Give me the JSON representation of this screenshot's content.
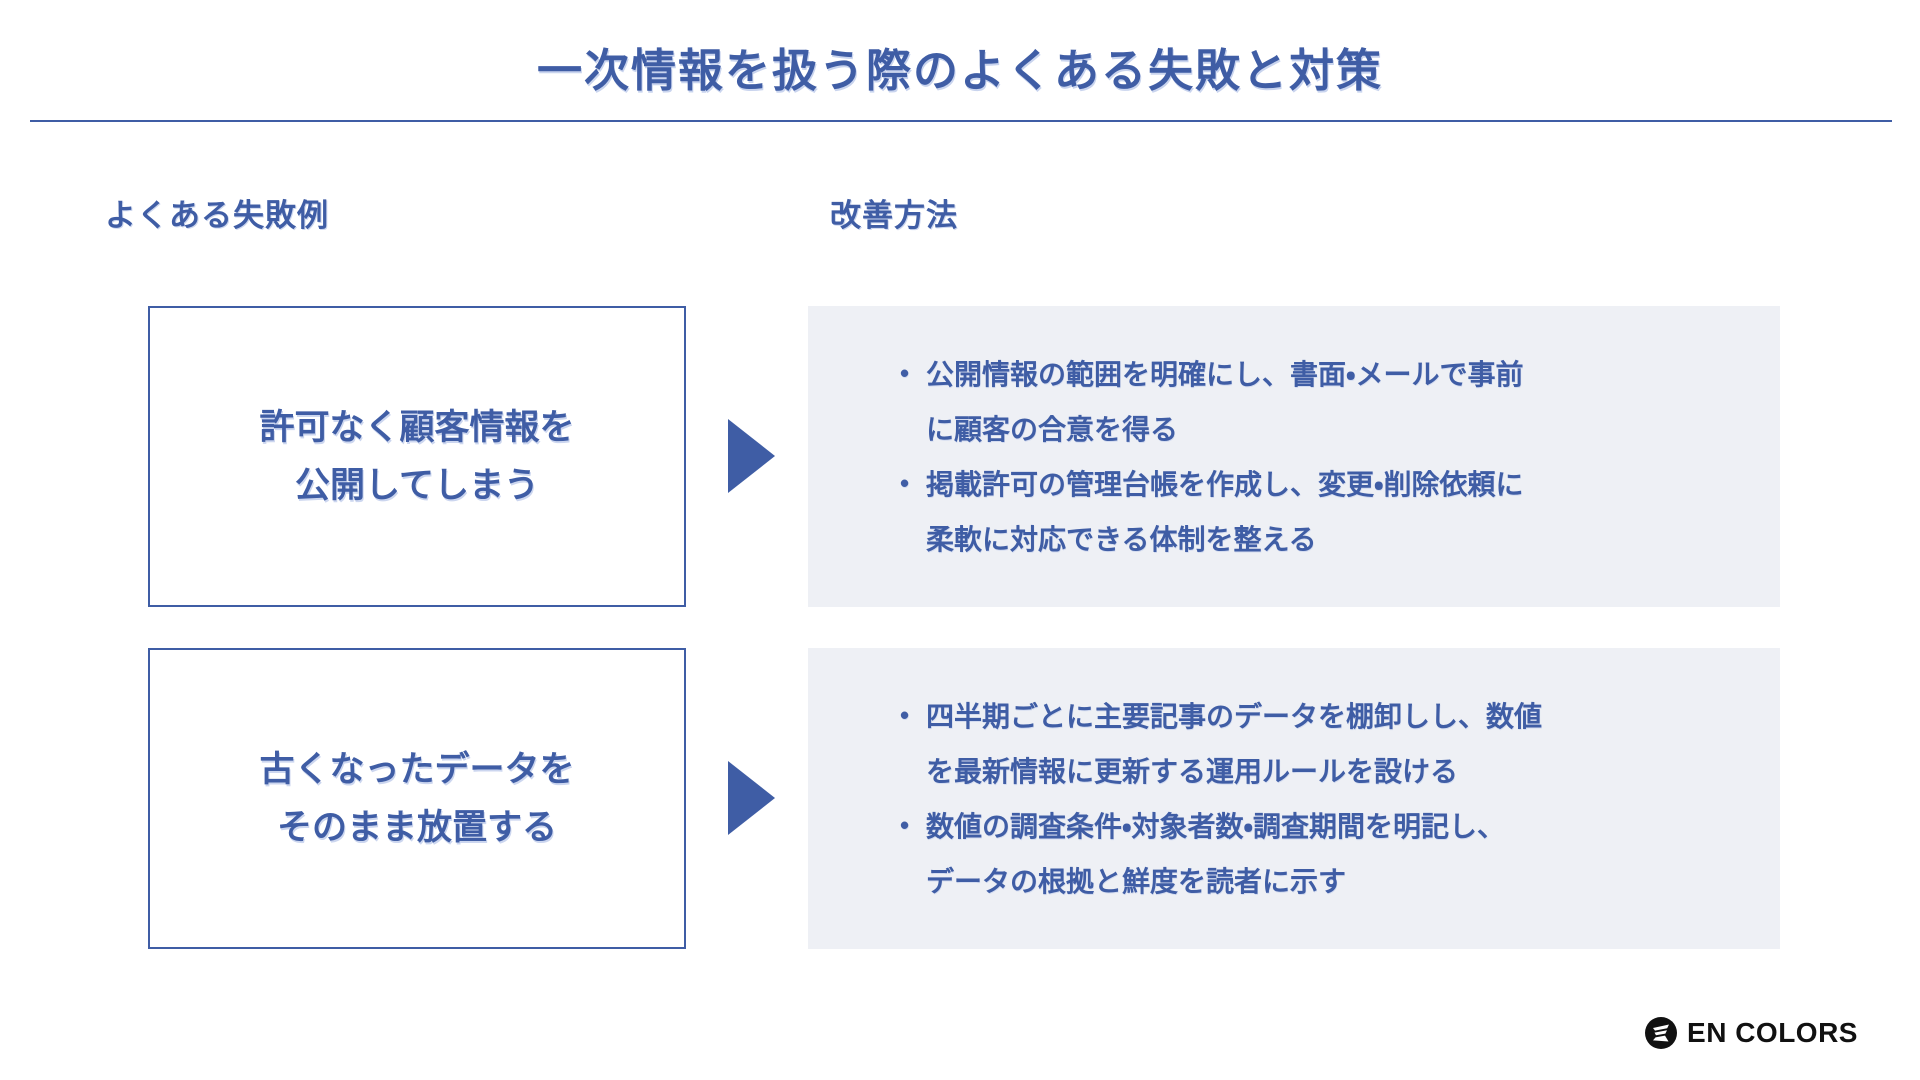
{
  "title": "一次情報を扱う際のよくある失敗と対策",
  "columns": {
    "failures_header": "よくある失敗例",
    "improvements_header": "改善方法"
  },
  "rows": [
    {
      "failure": "許可なく顧客情報を\n公開してしまう",
      "improvements": [
        "公開情報の範囲を明確にし、書面・メールで事前\nに顧客の合意を得る",
        "掲載許可の管理台帳を作成し、変更・削除依頼に\n柔軟に対応できる体制を整える"
      ]
    },
    {
      "failure": "古くなったデータを\nそのまま放置する",
      "improvements": [
        "四半期ごとに主要記事のデータを棚卸しし、数値\nを最新情報に更新する運用ルールを設ける",
        "数値の調査条件・対象者数・調査期間を明記し、\nデータの根拠と鮮度を読者に示す"
      ]
    }
  ],
  "logo": {
    "text": "EN COLORS",
    "icon": "encolors-mark"
  },
  "colors": {
    "accent": "#3F5DA5",
    "panel_bg": "#EEF0F5",
    "logo_black": "#111111"
  }
}
